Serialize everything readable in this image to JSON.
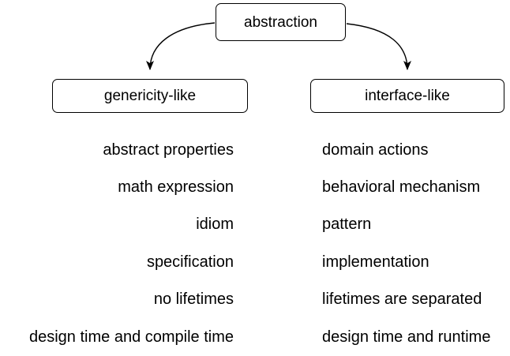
{
  "diagram": {
    "root": {
      "label": "abstraction"
    },
    "left_branch": {
      "label": "genericity-like",
      "items": [
        "abstract properties",
        "math expression",
        "idiom",
        "specification",
        "no lifetimes",
        "design time and compile time"
      ]
    },
    "right_branch": {
      "label": "interface-like",
      "items": [
        "domain actions",
        "behavioral mechanism",
        "pattern",
        "implementation",
        "lifetimes are separated",
        "design time and runtime"
      ]
    },
    "colors": {
      "stroke": "#000000",
      "fill": "#ffffff",
      "text": "#000000"
    }
  }
}
